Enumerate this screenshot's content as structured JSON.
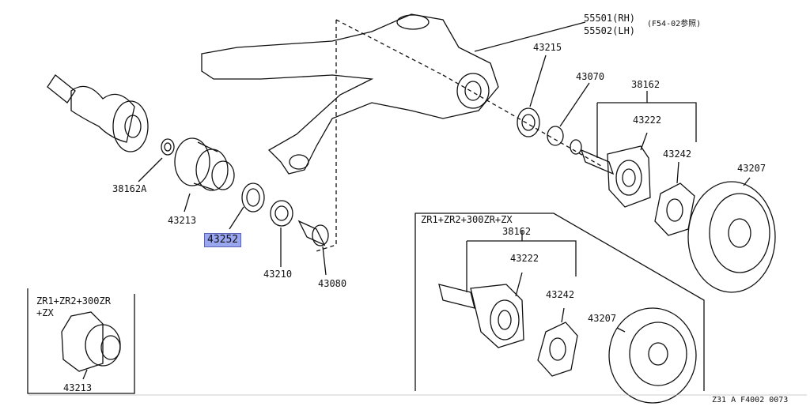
{
  "parts": {
    "p55501": "55501(RH)",
    "p55502": "55502(LH)",
    "ref": "(F54-02参照)",
    "p43215": "43215",
    "p43070": "43070",
    "p38162": "38162",
    "p43222": "43222",
    "p43242": "43242",
    "p43207": "43207",
    "p38162A": "38162A",
    "p43213": "43213",
    "p43252": "43252",
    "p43210": "43210",
    "p43080": "43080"
  },
  "inset_right": {
    "title": "ZR1+ZR2+300ZR+ZX",
    "p38162": "38162",
    "p43222": "43222",
    "p43242": "43242",
    "p43207": "43207"
  },
  "inset_left": {
    "title_line1": "ZR1+ZR2+300ZR",
    "title_line2": "+ZX",
    "p43213": "43213"
  },
  "footer": {
    "code": "Z31  A  F4002  0073"
  },
  "colors": {
    "line": "#111111",
    "highlight": "#9aa6ee"
  }
}
